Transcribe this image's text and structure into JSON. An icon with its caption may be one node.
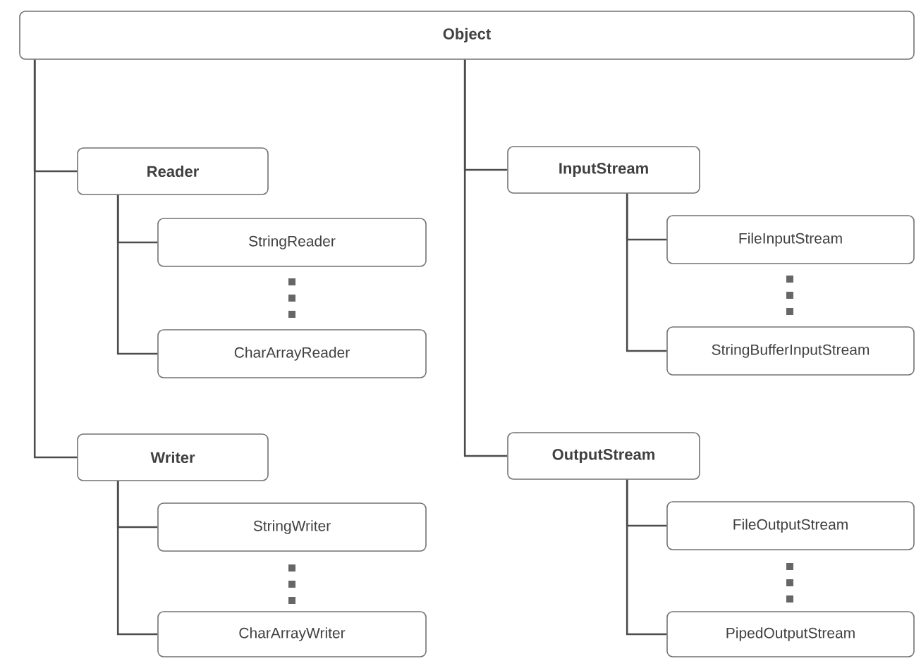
{
  "diagram": {
    "nodes": [
      {
        "text": [
          "Object"
        ]
      },
      {
        "text": [
          "Reader"
        ]
      },
      {
        "text": [
          "StringReader"
        ]
      },
      {
        "text": [
          "CharArrayReader"
        ]
      },
      {
        "text": [
          "Writer"
        ]
      },
      {
        "text": [
          "StringWriter"
        ]
      },
      {
        "text": [
          "CharArrayWriter"
        ]
      },
      {
        "text": [
          "InputStream"
        ]
      },
      {
        "text": [
          "FileInputStream"
        ]
      },
      {
        "text": [
          "StringBufferInputStream"
        ]
      },
      {
        "text": [
          "OutputStream"
        ]
      },
      {
        "text": [
          "FileOutputStream"
        ]
      },
      {
        "text": [
          "PipedOutputStream"
        ]
      }
    ],
    "edges": [
      {
        "from": 0,
        "to": 1,
        "arrow": "none"
      },
      {
        "from": 0,
        "to": 4,
        "arrow": "none"
      },
      {
        "from": 0,
        "to": 7,
        "arrow": "none"
      },
      {
        "from": 0,
        "to": 10,
        "arrow": "none"
      },
      {
        "from": 1,
        "to": 2,
        "arrow": "none"
      },
      {
        "from": 1,
        "to": 3,
        "arrow": "none"
      },
      {
        "from": 4,
        "to": 5,
        "arrow": "none"
      },
      {
        "from": 4,
        "to": 6,
        "arrow": "none"
      },
      {
        "from": 7,
        "to": 8,
        "arrow": "none"
      },
      {
        "from": 7,
        "to": 9,
        "arrow": "none"
      },
      {
        "from": 10,
        "to": 11,
        "arrow": "none"
      },
      {
        "from": 10,
        "to": 12,
        "arrow": "none"
      }
    ]
  }
}
